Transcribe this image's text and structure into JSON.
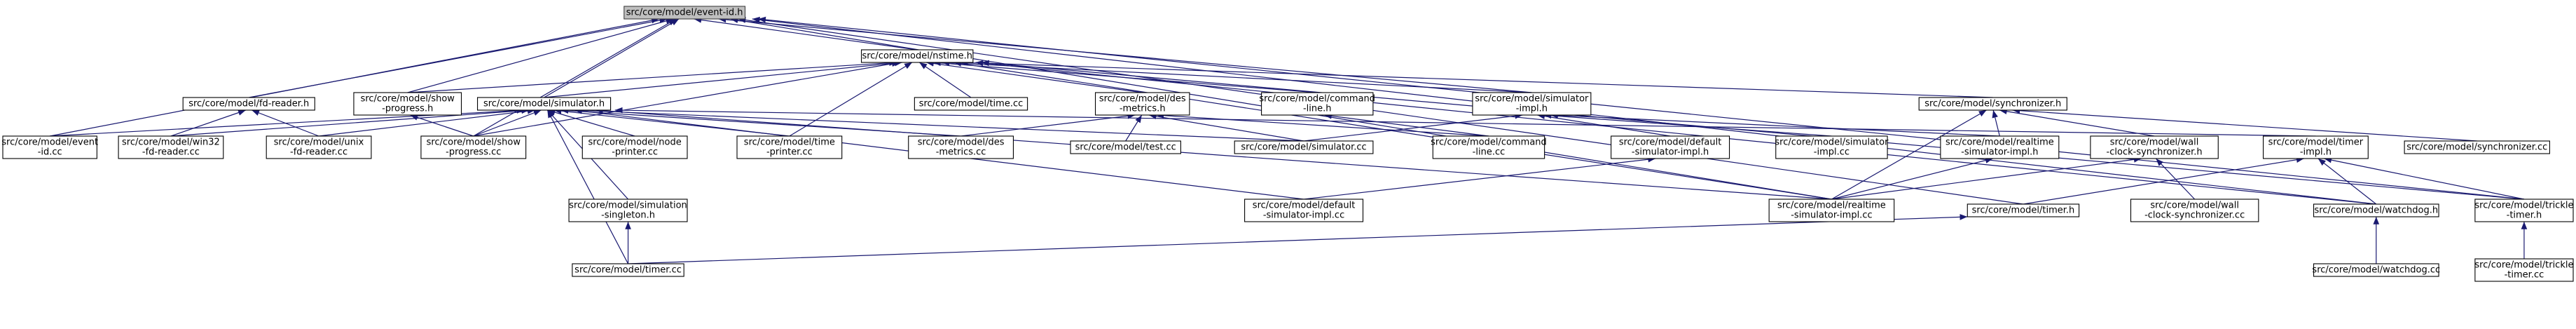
{
  "graph": {
    "nodes": [
      {
        "id": "event-id-h",
        "lines": [
          "src/core/model/event-id.h"
        ],
        "root": true
      },
      {
        "id": "nstime-h",
        "lines": [
          "src/core/model/nstime.h"
        ]
      },
      {
        "id": "fd-reader-h",
        "lines": [
          "src/core/model/fd-reader.h"
        ]
      },
      {
        "id": "show-progress-h",
        "lines": [
          "src/core/model/show",
          "-progress.h"
        ]
      },
      {
        "id": "simulator-h",
        "lines": [
          "src/core/model/simulator.h"
        ]
      },
      {
        "id": "time-cc",
        "lines": [
          "src/core/model/time.cc"
        ]
      },
      {
        "id": "des-metrics-h",
        "lines": [
          "src/core/model/des",
          "-metrics.h"
        ]
      },
      {
        "id": "command-line-h",
        "lines": [
          "src/core/model/command",
          "-line.h"
        ]
      },
      {
        "id": "simulator-impl-h",
        "lines": [
          "src/core/model/simulator",
          "-impl.h"
        ]
      },
      {
        "id": "synchronizer-h",
        "lines": [
          "src/core/model/synchronizer.h"
        ]
      },
      {
        "id": "event-id-cc",
        "lines": [
          "src/core/model/event",
          "-id.cc"
        ]
      },
      {
        "id": "win32-fd-reader-cc",
        "lines": [
          "src/core/model/win32",
          "-fd-reader.cc"
        ]
      },
      {
        "id": "unix-fd-reader-cc",
        "lines": [
          "src/core/model/unix",
          "-fd-reader.cc"
        ]
      },
      {
        "id": "show-progress-cc",
        "lines": [
          "src/core/model/show",
          "-progress.cc"
        ]
      },
      {
        "id": "node-printer-cc",
        "lines": [
          "src/core/model/node",
          "-printer.cc"
        ]
      },
      {
        "id": "time-printer-cc",
        "lines": [
          "src/core/model/time",
          "-printer.cc"
        ]
      },
      {
        "id": "des-metrics-cc",
        "lines": [
          "src/core/model/des",
          "-metrics.cc"
        ]
      },
      {
        "id": "test-cc",
        "lines": [
          "src/core/model/test.cc"
        ]
      },
      {
        "id": "simulator-cc",
        "lines": [
          "src/core/model/simulator.cc"
        ]
      },
      {
        "id": "command-line-cc",
        "lines": [
          "src/core/model/command",
          "-line.cc"
        ]
      },
      {
        "id": "default-simulator-impl-h",
        "lines": [
          "src/core/model/default",
          "-simulator-impl.h"
        ]
      },
      {
        "id": "simulator-impl-cc",
        "lines": [
          "src/core/model/simulator",
          "-impl.cc"
        ]
      },
      {
        "id": "realtime-simulator-impl-h",
        "lines": [
          "src/core/model/realtime",
          "-simulator-impl.h"
        ]
      },
      {
        "id": "wall-clock-synchronizer-h",
        "lines": [
          "src/core/model/wall",
          "-clock-synchronizer.h"
        ]
      },
      {
        "id": "timer-impl-h",
        "lines": [
          "src/core/model/timer",
          "-impl.h"
        ]
      },
      {
        "id": "synchronizer-cc",
        "lines": [
          "src/core/model/synchronizer.cc"
        ]
      },
      {
        "id": "simulation-singleton-h",
        "lines": [
          "src/core/model/simulation",
          "-singleton.h"
        ]
      },
      {
        "id": "default-simulator-impl-cc",
        "lines": [
          "src/core/model/default",
          "-simulator-impl.cc"
        ]
      },
      {
        "id": "realtime-simulator-impl-cc",
        "lines": [
          "src/core/model/realtime",
          "-simulator-impl.cc"
        ]
      },
      {
        "id": "timer-h",
        "lines": [
          "src/core/model/timer.h"
        ]
      },
      {
        "id": "wall-clock-synchronizer-cc",
        "lines": [
          "src/core/model/wall",
          "-clock-synchronizer.cc"
        ]
      },
      {
        "id": "watchdog-h",
        "lines": [
          "src/core/model/watchdog.h"
        ]
      },
      {
        "id": "trickle-timer-h",
        "lines": [
          "src/core/model/trickle",
          "-timer.h"
        ]
      },
      {
        "id": "timer-cc",
        "lines": [
          "src/core/model/timer.cc"
        ]
      },
      {
        "id": "watchdog-cc",
        "lines": [
          "src/core/model/watchdog.cc"
        ]
      },
      {
        "id": "trickle-timer-cc",
        "lines": [
          "src/core/model/trickle",
          "-timer.cc"
        ]
      }
    ],
    "edges": [
      [
        "nstime-h",
        "event-id-h"
      ],
      [
        "fd-reader-h",
        "event-id-h"
      ],
      [
        "show-progress-h",
        "event-id-h"
      ],
      [
        "simulator-h",
        "event-id-h"
      ],
      [
        "simulator-impl-h",
        "event-id-h"
      ],
      [
        "event-id-cc",
        "event-id-h"
      ],
      [
        "show-progress-cc",
        "event-id-h"
      ],
      [
        "realtime-simulator-impl-cc",
        "event-id-h"
      ],
      [
        "watchdog-h",
        "event-id-h"
      ],
      [
        "trickle-timer-h",
        "event-id-h"
      ],
      [
        "timer-h",
        "event-id-h"
      ],
      [
        "show-progress-h",
        "nstime-h"
      ],
      [
        "simulator-h",
        "nstime-h"
      ],
      [
        "time-cc",
        "nstime-h"
      ],
      [
        "des-metrics-h",
        "nstime-h"
      ],
      [
        "command-line-h",
        "nstime-h"
      ],
      [
        "simulator-impl-h",
        "nstime-h"
      ],
      [
        "synchronizer-h",
        "nstime-h"
      ],
      [
        "show-progress-cc",
        "nstime-h"
      ],
      [
        "time-printer-cc",
        "nstime-h"
      ],
      [
        "realtime-simulator-impl-cc",
        "nstime-h"
      ],
      [
        "watchdog-h",
        "nstime-h"
      ],
      [
        "trickle-timer-h",
        "nstime-h"
      ],
      [
        "win32-fd-reader-cc",
        "fd-reader-h"
      ],
      [
        "unix-fd-reader-cc",
        "fd-reader-h"
      ],
      [
        "show-progress-cc",
        "show-progress-h"
      ],
      [
        "event-id-cc",
        "simulator-h"
      ],
      [
        "win32-fd-reader-cc",
        "simulator-h"
      ],
      [
        "unix-fd-reader-cc",
        "simulator-h"
      ],
      [
        "show-progress-cc",
        "simulator-h"
      ],
      [
        "node-printer-cc",
        "simulator-h"
      ],
      [
        "time-printer-cc",
        "simulator-h"
      ],
      [
        "des-metrics-cc",
        "simulator-h"
      ],
      [
        "simulator-cc",
        "simulator-h"
      ],
      [
        "simulation-singleton-h",
        "simulator-h"
      ],
      [
        "default-simulator-impl-cc",
        "simulator-h"
      ],
      [
        "realtime-simulator-impl-cc",
        "simulator-h"
      ],
      [
        "timer-cc",
        "simulator-h"
      ],
      [
        "timer-impl-h",
        "simulator-h"
      ],
      [
        "test-cc",
        "des-metrics-h"
      ],
      [
        "simulator-cc",
        "des-metrics-h"
      ],
      [
        "command-line-cc",
        "des-metrics-h"
      ],
      [
        "des-metrics-cc",
        "des-metrics-h"
      ],
      [
        "command-line-cc",
        "command-line-h"
      ],
      [
        "simulator-cc",
        "simulator-impl-h"
      ],
      [
        "default-simulator-impl-h",
        "simulator-impl-h"
      ],
      [
        "simulator-impl-cc",
        "simulator-impl-h"
      ],
      [
        "realtime-simulator-impl-h",
        "simulator-impl-h"
      ],
      [
        "realtime-simulator-impl-h",
        "synchronizer-h"
      ],
      [
        "wall-clock-synchronizer-h",
        "synchronizer-h"
      ],
      [
        "synchronizer-cc",
        "synchronizer-h"
      ],
      [
        "realtime-simulator-impl-cc",
        "synchronizer-h"
      ],
      [
        "default-simulator-impl-cc",
        "default-simulator-impl-h"
      ],
      [
        "realtime-simulator-impl-cc",
        "realtime-simulator-impl-h"
      ],
      [
        "wall-clock-synchronizer-cc",
        "wall-clock-synchronizer-h"
      ],
      [
        "realtime-simulator-impl-cc",
        "wall-clock-synchronizer-h"
      ],
      [
        "timer-h",
        "timer-impl-h"
      ],
      [
        "watchdog-h",
        "timer-impl-h"
      ],
      [
        "trickle-timer-h",
        "timer-impl-h"
      ],
      [
        "timer-cc",
        "simulation-singleton-h"
      ],
      [
        "timer-cc",
        "timer-h"
      ],
      [
        "watchdog-cc",
        "watchdog-h"
      ],
      [
        "trickle-timer-cc",
        "trickle-timer-h"
      ]
    ]
  }
}
